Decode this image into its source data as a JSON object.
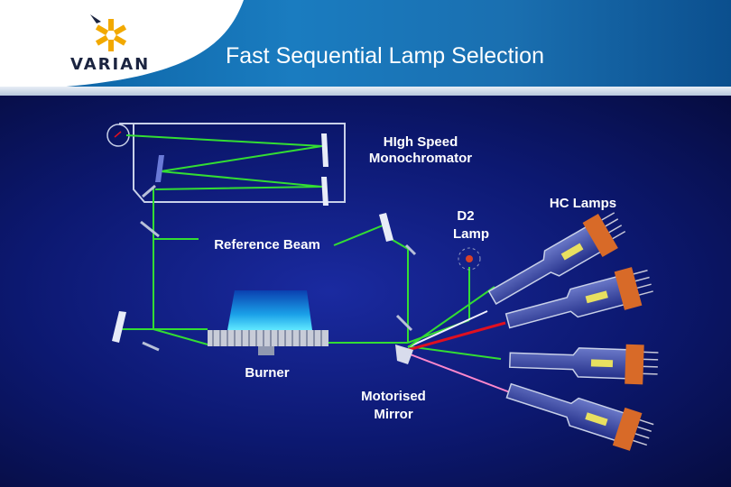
{
  "slide": {
    "title": "Fast Sequential Lamp Selection",
    "logo_text": "VARIAN"
  },
  "diagram": {
    "labels": {
      "monochromator_line1": "HIgh Speed",
      "monochromator_line2": "Monochromator",
      "reference_beam": "Reference Beam",
      "d2_line1": "D2",
      "d2_line2": "Lamp",
      "hc_lamps": "HC Lamps",
      "burner": "Burner",
      "mirror_line1": "Motorised",
      "mirror_line2": "Mirror"
    },
    "colors": {
      "beam_green": "#33dd33",
      "beam_red": "#e01020",
      "beam_pink": "#ff88cc",
      "box_outline": "#c8d0e8",
      "lamp_cathode": "#d86a28"
    }
  }
}
